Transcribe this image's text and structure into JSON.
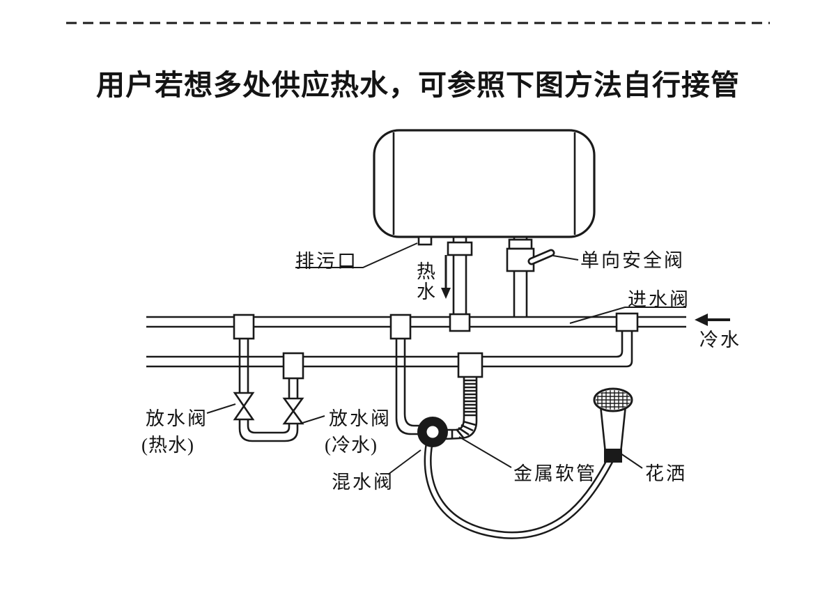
{
  "title": "用户若想多处供应热水，可参照下图方法自行接管",
  "colors": {
    "line": "#1a1a1a",
    "background": "#ffffff"
  },
  "diagram": {
    "labels": {
      "drain_outlet": "排污口",
      "hot_water": "热水",
      "safety_valve": "单向安全阀",
      "inlet_valve": "进水阀",
      "cold_water": "冷水",
      "drain_valve_hot_name": "放水阀",
      "drain_valve_hot_type": "(热水)",
      "drain_valve_cold_name": "放水阀",
      "drain_valve_cold_type": "(冷水)",
      "mixing_valve": "混水阀",
      "metal_hose": "金属软管",
      "shower_head": "花洒"
    }
  }
}
